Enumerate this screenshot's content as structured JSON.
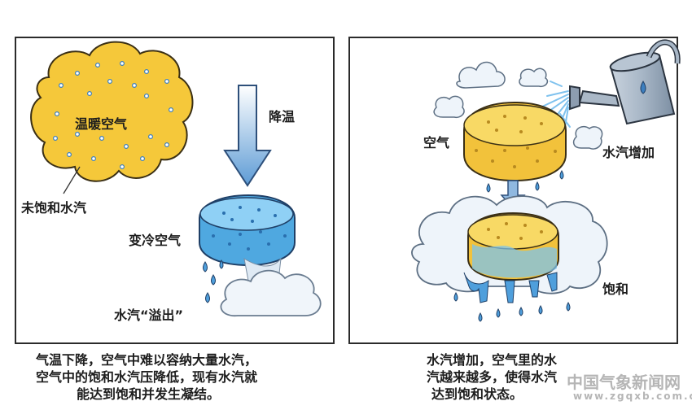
{
  "left_panel": {
    "warm_air_label": "温暖空气",
    "unsaturated_label": "未饱和水汽",
    "cooling_label": "降温",
    "cold_air_label": "变冷空气",
    "overflow_label": "水汽“溢出”",
    "caption_lines": [
      "气温下降，空气中难以容纳大量水汽，",
      "空气中的饱和水汽压降低，现有水汽就",
      "能达到饱和并发生凝结。"
    ]
  },
  "right_panel": {
    "air_label": "空气",
    "vapor_increase_label": "水汽增加",
    "saturated_label": "饱和",
    "caption_lines": [
      "水汽增加，空气里的水",
      "汽越来越多，使得水汽",
      "达到饱和状态。"
    ]
  },
  "watermark": {
    "site_name": "中国气象新闻网",
    "url": "www.zgqxb.com.cn"
  },
  "colors": {
    "sponge_yellow": "#f5c83a",
    "sponge_blue": "#5fb6e8",
    "arrow_blue": "#6fa8dc",
    "water_blue": "#4f9fdc",
    "cloud_white": "#eef4fa"
  }
}
